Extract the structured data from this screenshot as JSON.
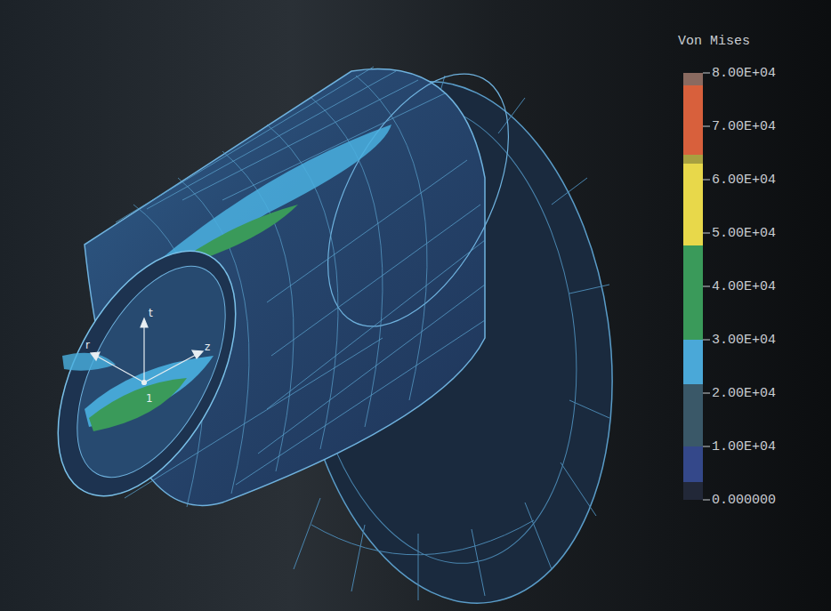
{
  "diagram": {
    "title": "Von Mises",
    "labels": [
      "8.00E+04",
      "7.00E+04",
      "6.00E+04",
      "5.00E+04",
      "4.00E+04",
      "3.00E+04",
      "2.00E+04",
      "1.00E+04",
      "0.000000",
      "t",
      "r",
      "z",
      "1"
    ]
  }
}
